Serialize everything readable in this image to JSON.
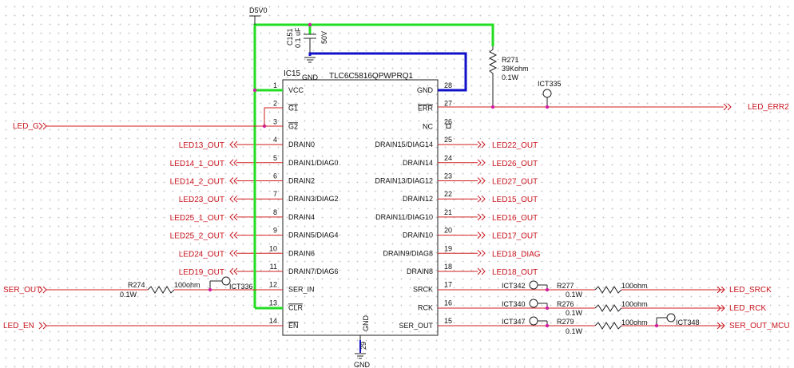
{
  "component": {
    "ref": "IC15",
    "part": "TLC6C5816QPWPRQ1",
    "left_pins": [
      {
        "num": "1",
        "name": "VCC"
      },
      {
        "num": "2",
        "name": "G1",
        "bar": true
      },
      {
        "num": "3",
        "name": "G2",
        "bar": true
      },
      {
        "num": "4",
        "name": "DRAIN0"
      },
      {
        "num": "5",
        "name": "DRAIN1/DIAG0"
      },
      {
        "num": "6",
        "name": "DRAIN2"
      },
      {
        "num": "7",
        "name": "DRAIN3/DIAG2"
      },
      {
        "num": "8",
        "name": "DRAIN4"
      },
      {
        "num": "9",
        "name": "DRAIN5/DIAG4"
      },
      {
        "num": "10",
        "name": "DRAIN6"
      },
      {
        "num": "11",
        "name": "DRAIN7/DIAG6"
      },
      {
        "num": "12",
        "name": "SER_IN"
      },
      {
        "num": "13",
        "name": "CLR",
        "bar": true
      },
      {
        "num": "14",
        "name": "EN",
        "bar": true
      }
    ],
    "right_pins": [
      {
        "num": "28",
        "name": "GND"
      },
      {
        "num": "27",
        "name": "ERR",
        "bar": true
      },
      {
        "num": "26",
        "name": "NC"
      },
      {
        "num": "25",
        "name": "DRAIN15/DIAG14"
      },
      {
        "num": "24",
        "name": "DRAIN14"
      },
      {
        "num": "23",
        "name": "DRAIN13/DIAG12"
      },
      {
        "num": "22",
        "name": "DRAIN12"
      },
      {
        "num": "21",
        "name": "DRAIN11/DIAG10"
      },
      {
        "num": "20",
        "name": "DRAIN10"
      },
      {
        "num": "19",
        "name": "DRAIN9/DIAG8"
      },
      {
        "num": "18",
        "name": "DRAIN8"
      },
      {
        "num": "17",
        "name": "SRCK"
      },
      {
        "num": "16",
        "name": "RCK"
      },
      {
        "num": "15",
        "name": "SER_OUT"
      }
    ],
    "bottom_pin": {
      "num": "29",
      "name": "GND"
    }
  },
  "power": {
    "rail": "D5V0",
    "gnd_top": "GND",
    "gnd_bottom": "GND"
  },
  "capacitor": {
    "ref": "C151",
    "value": "0.1 uF",
    "voltage": "50V"
  },
  "r271": {
    "ref": "R271",
    "value": "39Kohm",
    "power": "0.1W"
  },
  "testpoints": {
    "ict335": "ICT335",
    "ict336": "ICT336",
    "ict342": "ICT342",
    "ict340": "ICT340",
    "ict347": "ICT347",
    "ict348": "ICT348"
  },
  "resistors": {
    "r274": {
      "ref": "R274",
      "value": "100ohm",
      "power": "0.1W"
    },
    "r277": {
      "ref": "R277",
      "value": "100ohm",
      "power": "0.1W"
    },
    "r276": {
      "ref": "R276",
      "value": "100ohm",
      "power": "0.1W"
    },
    "r279": {
      "ref": "R279",
      "value": "100ohm",
      "power": "0.1W"
    }
  },
  "left_nets": [
    "LED13_OUT",
    "LED14_1_OUT",
    "LED14_2_OUT",
    "LED23_OUT",
    "LED25_1_OUT",
    "LED25_2_OUT",
    "LED24_OUT",
    "LED19_OUT"
  ],
  "right_nets": [
    "LED22_OUT",
    "LED26_OUT",
    "LED27_OUT",
    "LED15_OUT",
    "LED16_OUT",
    "LED17_OUT",
    "LED18_DIAG",
    "LED18_OUT"
  ],
  "ports": {
    "led_g": "LED_G",
    "ser_out": "SER_OUT",
    "led_en": "LED_EN",
    "led_err2": "LED_ERR2",
    "led_srck": "LED_SRCK",
    "led_rck": "LED_RCK",
    "ser_out_mcu": "SER_OUT_MCU"
  },
  "colors": {
    "wire": "#d21c1c",
    "power_wire": "#22dd22",
    "gnd_wire": "#1010c8",
    "text": "#c8141e"
  }
}
